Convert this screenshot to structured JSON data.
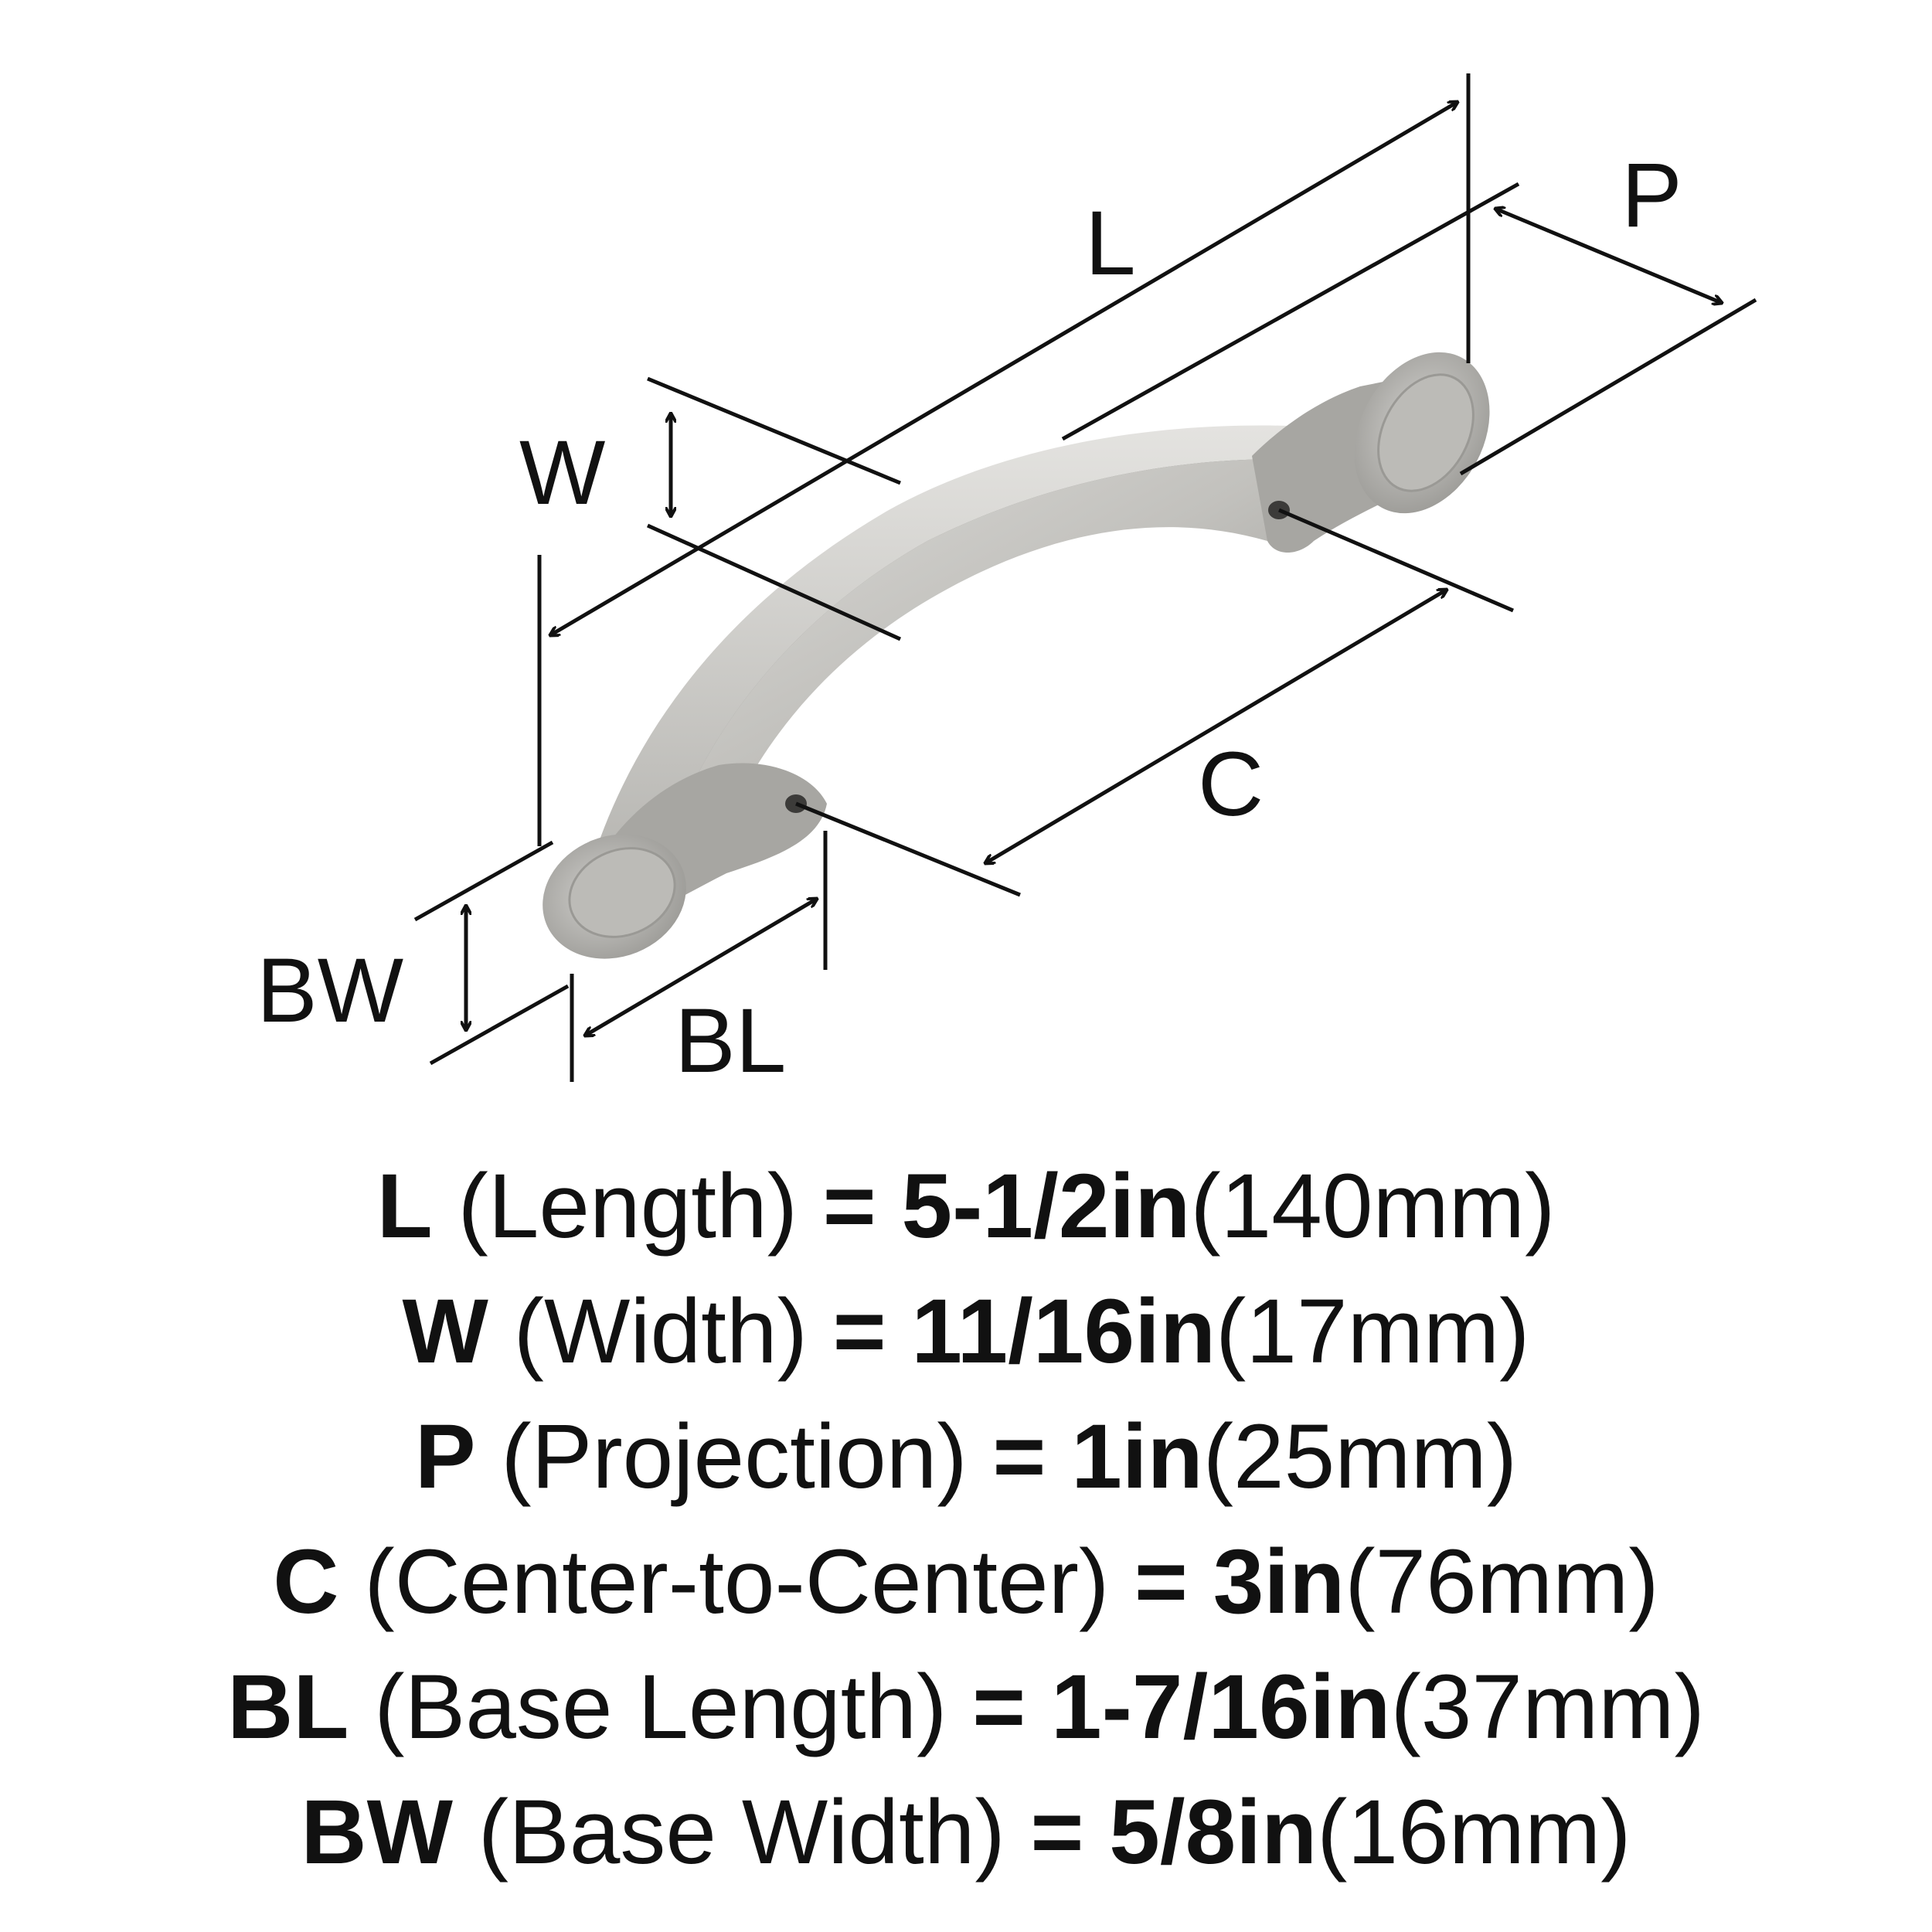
{
  "diagram": {
    "labels": {
      "L": "L",
      "W": "W",
      "P": "P",
      "C": "C",
      "BW": "BW",
      "BL": "BL"
    },
    "colors": {
      "line": "#111111",
      "metal_light": "#d3d2cf",
      "metal_mid": "#a9a8a4",
      "metal_dark": "#7d7c79"
    }
  },
  "specs": [
    {
      "symbol": "L",
      "description": "(Length)",
      "equals": "=",
      "imperial": "5-1/2in",
      "metric": "(140mm)"
    },
    {
      "symbol": "W",
      "description": "(Width)",
      "equals": "=",
      "imperial": "11/16in",
      "metric": "(17mm)"
    },
    {
      "symbol": "P",
      "description": "(Projection)",
      "equals": "=",
      "imperial": "1in",
      "metric": "(25mm)"
    },
    {
      "symbol": "C",
      "description": "(Center-to-Center)",
      "equals": "=",
      "imperial": "3in",
      "metric": "(76mm)"
    },
    {
      "symbol": "BL",
      "description": "(Base Length)",
      "equals": "=",
      "imperial": "1-7/16in",
      "metric": "(37mm)"
    },
    {
      "symbol": "BW",
      "description": "(Base Width)",
      "equals": "=",
      "imperial": "5/8in",
      "metric": "(16mm)"
    }
  ]
}
